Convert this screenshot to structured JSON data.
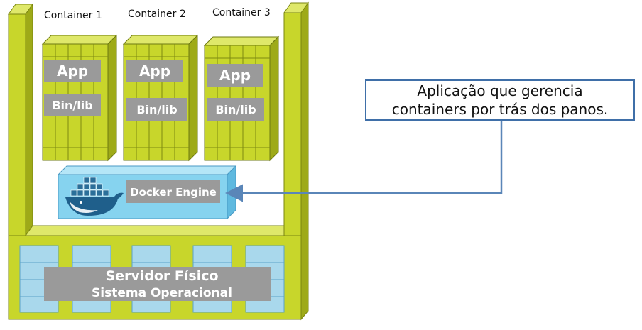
{
  "containers": [
    {
      "label": "Container 1",
      "app": "App",
      "binlib": "Bin/lib"
    },
    {
      "label": "Container 2",
      "app": "App",
      "binlib": "Bin/lib"
    },
    {
      "label": "Container 3",
      "app": "App",
      "binlib": "Bin/lib"
    }
  ],
  "docker": {
    "label": "Docker Engine"
  },
  "server": {
    "title": "Servidor Físico",
    "subtitle": "Sistema Operacional"
  },
  "callout": {
    "line1": "Aplicação que gerencia",
    "line2": "containers por trás dos panos."
  },
  "colors": {
    "frame": "#c8d62b",
    "frame_dark": "#8e9a14",
    "label_box": "#9a9a9a",
    "docker_blue": "#86d3ef",
    "arrow": "#5a86b8"
  }
}
